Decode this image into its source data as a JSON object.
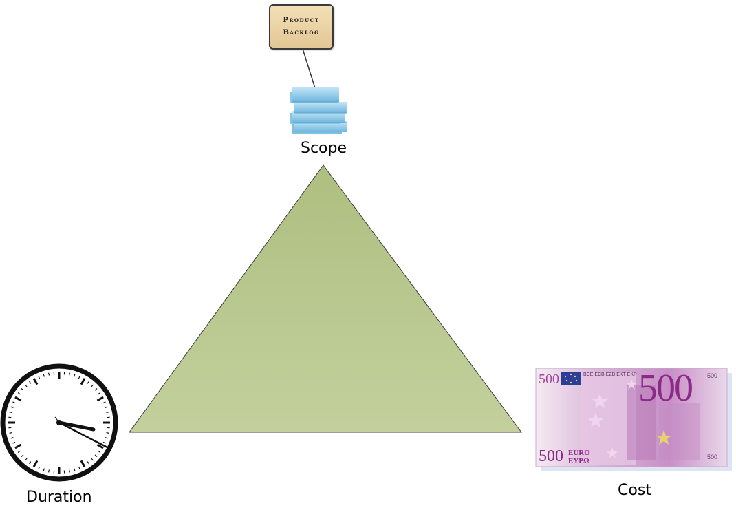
{
  "backlog": {
    "line1": "Product",
    "line2": "Backlog"
  },
  "vertices": {
    "scope": "Scope",
    "duration": "Duration",
    "cost": "Cost"
  },
  "banknote": {
    "denomination": "500",
    "currency": "EURO",
    "currency_greek": "ΕΥΡΩ",
    "bank_abbrevs": "BCE ECB EZB EKT EKP"
  },
  "colors": {
    "triangle_fill": "#b8c890",
    "backlog_fill": "#ead2a4",
    "blocks": "#8fcbe8",
    "note": "#c8a0c8"
  },
  "icons": {
    "scope": "stacked-blocks-icon",
    "duration": "clock-icon",
    "cost": "euro-banknote-icon"
  }
}
